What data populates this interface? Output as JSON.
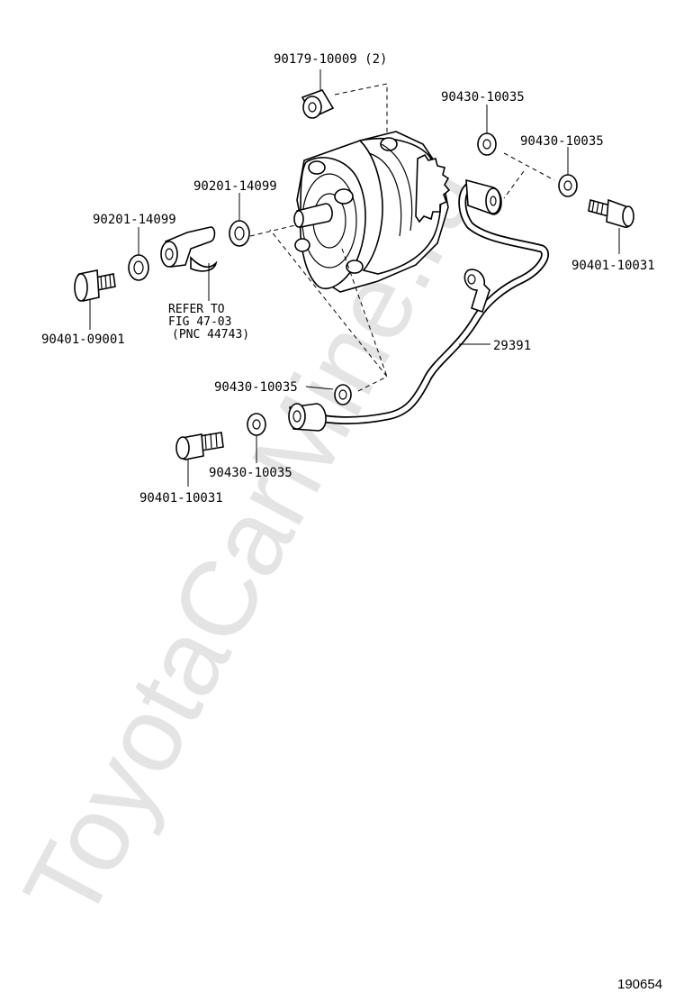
{
  "watermark": "ToyotaCarMine.ru",
  "figure_id": "190654",
  "parts": {
    "clip": "90179-10009 (2)",
    "gasket_top_right_a": "90430-10035",
    "gasket_top_right_b": "90430-10035",
    "bolt_right": "90401-10031",
    "oring_upper": "90201-14099",
    "oring_left": "90201-14099",
    "bolt_left": "90401-09001",
    "gasket_lower_mid": "90430-10035",
    "gasket_lower": "90430-10035",
    "bolt_lower": "90401-10031",
    "pipe": "29391"
  },
  "reference_note": {
    "line1": "REFER TO",
    "line2": "FIG 47-03",
    "line3": "(PNC 44743)"
  }
}
